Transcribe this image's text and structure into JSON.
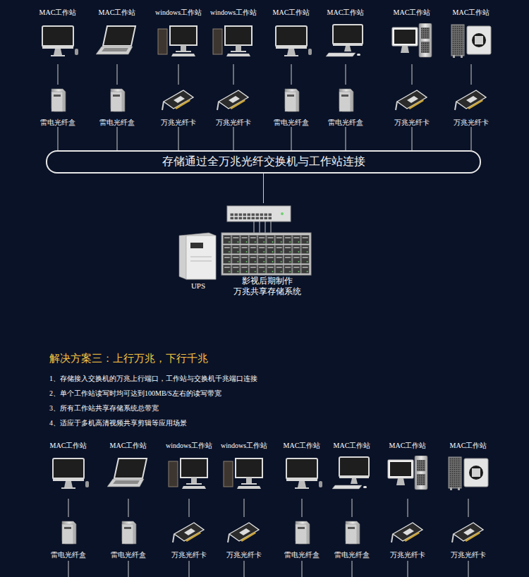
{
  "diagram": {
    "nodes": [
      {
        "text": [
          "MAC工作站"
        ]
      },
      {
        "text": [
          "MAC工作站"
        ]
      },
      {
        "text": [
          "windows工作站"
        ]
      },
      {
        "text": [
          "windows工作站"
        ]
      },
      {
        "text": [
          "MAC工作站"
        ]
      },
      {
        "text": [
          "MAC工作站"
        ]
      },
      {
        "text": [
          "MAC工作站"
        ]
      },
      {
        "text": [
          "MAC工作站"
        ]
      },
      {
        "text": [
          "雷电光纤盒"
        ]
      },
      {
        "text": [
          "雷电光纤盒"
        ]
      },
      {
        "text": [
          "万兆光纤卡"
        ]
      },
      {
        "text": [
          "万兆光纤卡"
        ]
      },
      {
        "text": [
          "雷电光纤盒"
        ]
      },
      {
        "text": [
          "雷电光纤盒"
        ]
      },
      {
        "text": [
          "万兆光纤卡"
        ]
      },
      {
        "text": [
          "万兆光纤卡"
        ]
      },
      {
        "text": [
          "存储通过全万兆光纤交换机与工作站连接"
        ]
      },
      {
        "text": [
          "UPS"
        ]
      },
      {
        "text": [
          "影视后期制作 万兆共享存储系统"
        ]
      },
      {
        "text": [
          "MAC工作站"
        ]
      },
      {
        "text": [
          "MAC工作站"
        ]
      },
      {
        "text": [
          "windows工作站"
        ]
      },
      {
        "text": [
          "windows工作站"
        ]
      },
      {
        "text": [
          "MAC工作站"
        ]
      },
      {
        "text": [
          "MAC工作站"
        ]
      },
      {
        "text": [
          "MAC工作站"
        ]
      },
      {
        "text": [
          "MAC工作站"
        ]
      },
      {
        "text": [
          "雷电光纤盒"
        ]
      },
      {
        "text": [
          "雷电光纤盒"
        ]
      },
      {
        "text": [
          "万兆光纤卡"
        ]
      },
      {
        "text": [
          "万兆光纤卡"
        ]
      },
      {
        "text": [
          "雷电光纤盒"
        ]
      },
      {
        "text": [
          "雷电光纤盒"
        ]
      },
      {
        "text": [
          "万兆光纤卡"
        ]
      },
      {
        "text": [
          "万兆光纤卡"
        ]
      }
    ],
    "edges": [
      {
        "from": 0,
        "to": 8,
        "arrow": "none"
      },
      {
        "from": 1,
        "to": 9,
        "arrow": "none"
      },
      {
        "from": 2,
        "to": 10,
        "arrow": "none"
      },
      {
        "from": 3,
        "to": 11,
        "arrow": "none"
      },
      {
        "from": 4,
        "to": 12,
        "arrow": "none"
      },
      {
        "from": 5,
        "to": 13,
        "arrow": "none"
      },
      {
        "from": 6,
        "to": 14,
        "arrow": "none"
      },
      {
        "from": 7,
        "to": 15,
        "arrow": "none"
      },
      {
        "from": 8,
        "to": 16,
        "arrow": "none"
      },
      {
        "from": 9,
        "to": 16,
        "arrow": "none"
      },
      {
        "from": 10,
        "to": 16,
        "arrow": "none"
      },
      {
        "from": 11,
        "to": 16,
        "arrow": "none"
      },
      {
        "from": 12,
        "to": 16,
        "arrow": "none"
      },
      {
        "from": 13,
        "to": 16,
        "arrow": "none"
      },
      {
        "from": 14,
        "to": 16,
        "arrow": "none"
      },
      {
        "from": 15,
        "to": 16,
        "arrow": "none"
      },
      {
        "from": 16,
        "to": 18,
        "arrow": "none"
      },
      {
        "from": 19,
        "to": 27,
        "arrow": "none"
      },
      {
        "from": 20,
        "to": 28,
        "arrow": "none"
      },
      {
        "from": 21,
        "to": 29,
        "arrow": "none"
      },
      {
        "from": 22,
        "to": 30,
        "arrow": "none"
      },
      {
        "from": 23,
        "to": 31,
        "arrow": "none"
      },
      {
        "from": 24,
        "to": 32,
        "arrow": "none"
      },
      {
        "from": 25,
        "to": 33,
        "arrow": "none"
      },
      {
        "from": 26,
        "to": 34,
        "arrow": "none"
      }
    ],
    "labels": [
      "解决方案三：上行万兆，下行千兆",
      "1、存储接入交换机的万兆上行端口，工作站与交换机千兆端口连接",
      "2、单个工作站读写时均可达到100MB/S左右的读写带宽",
      "3、所有工作站共享存储系统总带宽",
      "4、适应于多机高清视频共享剪辑等应用场景"
    ]
  }
}
